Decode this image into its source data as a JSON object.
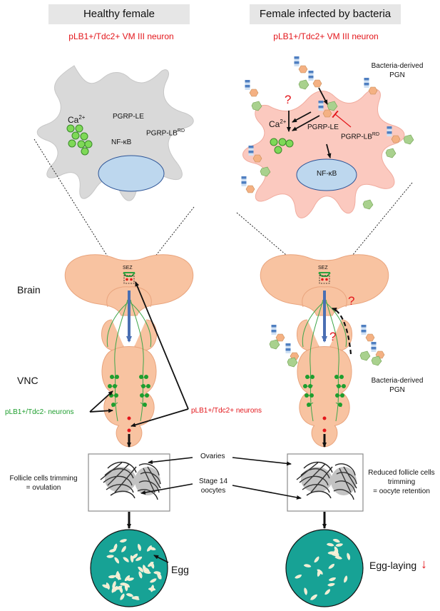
{
  "panels": {
    "left_title": "Healthy female",
    "right_title": "Female infected by bacteria",
    "neuron_subtitle": "pLB1+/Tdc2+ VM III neuron"
  },
  "cell_labels": {
    "ca": "Ca",
    "ca_sup": "2+",
    "pgrp_le": "PGRP-LE",
    "pgrp_lb": "PGRP-LB",
    "pgrp_lb_sup": "RD",
    "nfkb": "NF-κB",
    "question": "?"
  },
  "pgn_labels": {
    "top": "Bacteria-derived\nPGN",
    "bottom": "Bacteria-derived\nPGN"
  },
  "brain_labels": {
    "brain": "Brain",
    "vnc": "VNC",
    "sez": "SEZ",
    "tdc2_minus": "pLB1+/Tdc2- neurons",
    "tdc2_plus": "pLB1+/Tdc2+ neurons"
  },
  "ovary_labels": {
    "ovaries": "Ovaries",
    "stage14": "Stage 14\noocytes",
    "left_outcome": "Follicle cells trimming\n= ovulation",
    "right_outcome": "Reduced follicle cells\ntrimming\n= oocyte retention"
  },
  "egg_labels": {
    "egg": "Egg",
    "egg_laying": "Egg-laying",
    "down_arrow": "↓"
  },
  "colors": {
    "neuron_healthy": "#d9d9d9",
    "neuron_infected": "#fbc9bf",
    "nucleus": "#bdd7ee",
    "calcium": "#7ed957",
    "brain": "#f8c3a1",
    "dish": "#17a295",
    "pgn_blue": "#4f7fc1",
    "pgn_orange": "#f4b183",
    "pgn_green": "#a9d18e",
    "accent_red": "#e3161b",
    "neuron_green": "#1e9e2e",
    "vnc_arrow": "#4a6fb3"
  }
}
